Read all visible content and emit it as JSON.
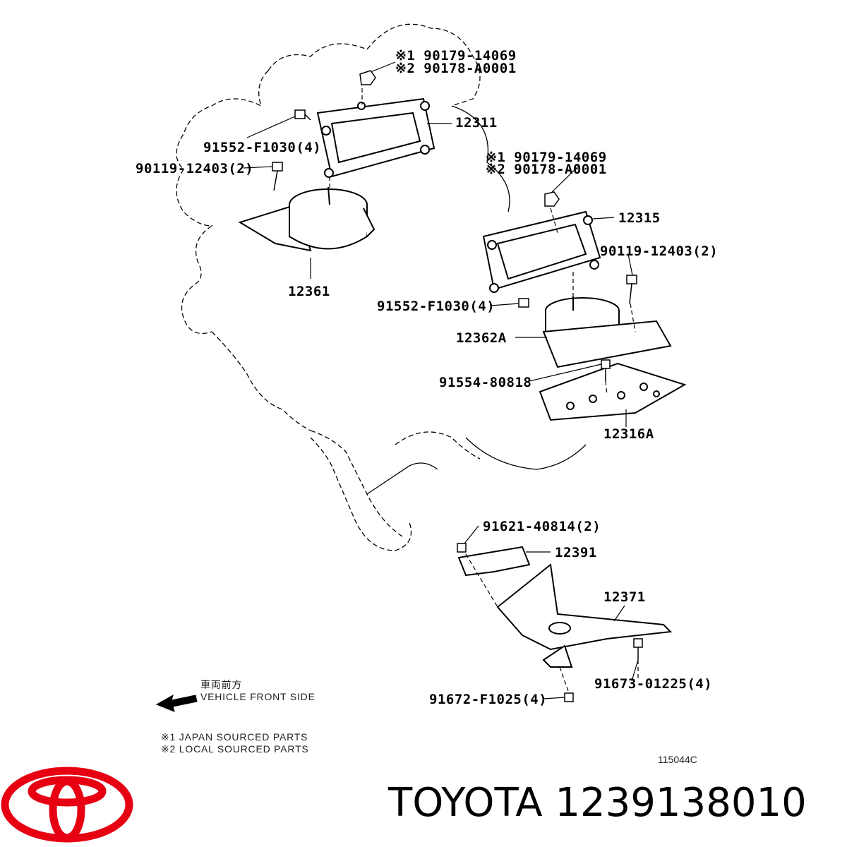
{
  "diagram": {
    "callouts": {
      "nut_top_1": "※1 90179-14069",
      "nut_top_2": "※2 90178-A0001",
      "p12311": "12311",
      "p91552_a": "91552-F1030(4)",
      "p90119_a": "90119-12403(2)",
      "nut_mid_1": "※1 90179-14069",
      "nut_mid_2": "※2 90178-A0001",
      "p12315": "12315",
      "p90119_b": "90119-12403(2)",
      "p12361": "12361",
      "p91552_b": "91552-F1030(4)",
      "p12362A": "12362A",
      "p91554": "91554-80818",
      "p12316A": "12316A",
      "p91621": "91621-40814(2)",
      "p12391": "12391",
      "p12371": "12371",
      "p91673": "91673-01225(4)",
      "p91672": "91672-F1025(4)"
    },
    "front_jp": "車両前方",
    "front_en": "VEHICLE FRONT SIDE",
    "legend_1": "※1 JAPAN SOURCED PARTS",
    "legend_2": "※2 LOCAL SOURCED PARTS",
    "ref_code": "115044C"
  },
  "brand": {
    "text": "TOYOTA 1239138010",
    "logo_color": "#e60012"
  }
}
